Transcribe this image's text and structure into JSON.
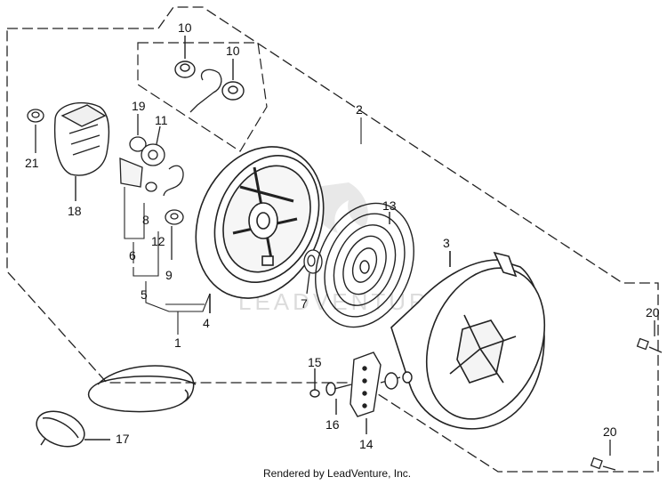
{
  "diagram": {
    "footer": "Rendered by LeadVenture, Inc.",
    "watermark": "LEADVENTURE",
    "callouts": {
      "c1": "1",
      "c2": "2",
      "c3": "3",
      "c4": "4",
      "c5": "5",
      "c6": "6",
      "c7": "7",
      "c8": "8",
      "c9": "9",
      "c10a": "10",
      "c10b": "10",
      "c11": "11",
      "c12": "12",
      "c13": "13",
      "c14": "14",
      "c15": "15",
      "c16": "16",
      "c17": "17",
      "c18": "18",
      "c19": "19",
      "c20a": "20",
      "c20b": "20",
      "c21": "21"
    }
  }
}
